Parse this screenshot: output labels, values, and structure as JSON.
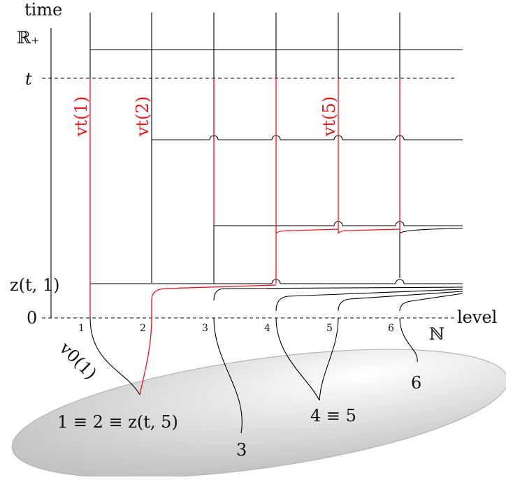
{
  "axis": {
    "y_title": "time",
    "y_space": "ℝ₊",
    "x_title": "level",
    "x_space": "ℕ",
    "origin": "0",
    "t_label": "t",
    "z_label": "z(t, 1)"
  },
  "levels": [
    "1",
    "2",
    "3",
    "4",
    "5",
    "6"
  ],
  "red_labels": {
    "v1": "vt(1)",
    "v2": "vt(2)",
    "v5": "vt(5)"
  },
  "curve_label": "v0(1)",
  "clusters": {
    "c12": "1 ≡ 2 ≡ z(t, 5)",
    "c3": "3",
    "c45": "4 ≡ 5",
    "c6": "6"
  },
  "colors": {
    "red": "#e8141a",
    "ellipse_light": "#ffffff",
    "ellipse_dark": "#bdbdbd"
  }
}
